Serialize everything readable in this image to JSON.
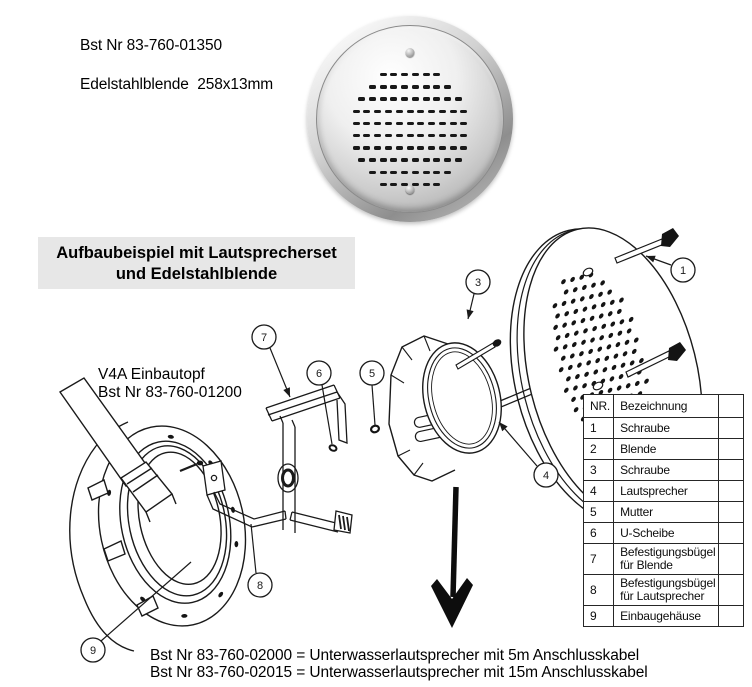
{
  "document": {
    "product_header": {
      "bst_nr": "Bst Nr 83-760-01350",
      "name": "Edelstahlblende  258x13mm"
    },
    "section_title": {
      "line1": "Aufbaubeispiel mit Lautsprecherset",
      "line2": "und Edelstahlblende"
    },
    "pot_label": {
      "line1": "V4A Einbautopf",
      "line2": "Bst Nr 83-760-01200"
    },
    "footer_notes": [
      "Bst Nr 83-760-02000 = Unterwasserlautsprecher mit 5m Anschlusskabel",
      "Bst Nr 83-760-02015 = Unterwasserlautsprecher mit 15m Anschlusskabel"
    ]
  },
  "photo": {
    "description": "stainless-steel-cover-photo",
    "perforation_rows": [
      6,
      8,
      10,
      11,
      11,
      11,
      11,
      10,
      8,
      6
    ]
  },
  "parts_table": {
    "headers": [
      "NR.",
      "Bezeichnung"
    ],
    "rows": [
      [
        "1",
        "Schraube"
      ],
      [
        "2",
        "Blende"
      ],
      [
        "3",
        "Schraube"
      ],
      [
        "4",
        "Lautsprecher"
      ],
      [
        "5",
        "Mutter"
      ],
      [
        "6",
        "U-Scheibe"
      ],
      [
        "7",
        "Befestigungsbügel für Blende"
      ],
      [
        "8",
        "Befestigungsbügel für Lautsprecher"
      ],
      [
        "9",
        "Einbaugehäuse"
      ]
    ]
  },
  "drawing": {
    "callout_labels": [
      "1",
      "3",
      "4",
      "5",
      "6",
      "7",
      "8",
      "9"
    ]
  },
  "colors": {
    "title_box_bg": "#e7e7e7",
    "line_art": "#1a1a1a",
    "text": "#000000"
  }
}
